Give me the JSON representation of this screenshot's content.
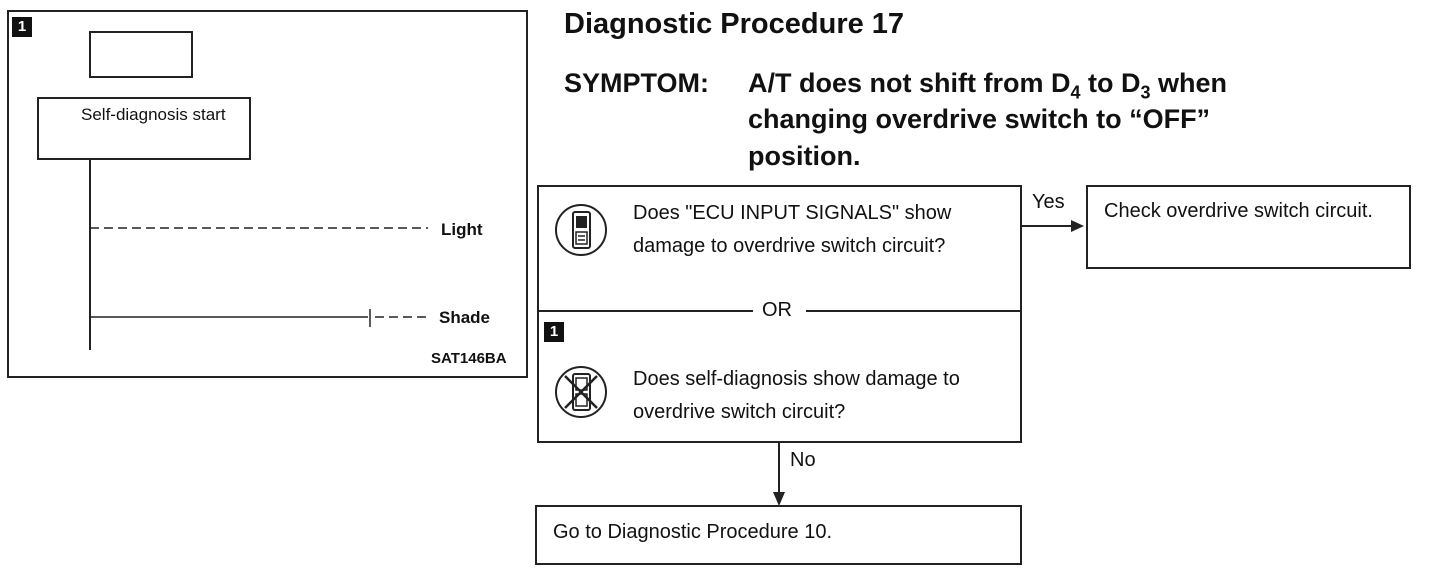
{
  "left_panel": {
    "step_badge": "1",
    "start_label": "Self-diagnosis start",
    "light_label": "Light",
    "shade_label": "Shade",
    "figure_code": "SAT146BA"
  },
  "header": {
    "title": "Diagnostic Procedure 17",
    "symptom_label": "SYMPTOM:",
    "symptom_line1_pre": "A/T does not shift from D",
    "symptom_sub1": "4",
    "symptom_mid": " to D",
    "symptom_sub2": "3",
    "symptom_line1_post": " when",
    "symptom_line2": "changing overdrive switch to “OFF”",
    "symptom_line3": "position."
  },
  "flow": {
    "question1": "Does \"ECU INPUT SIGNALS\" show damage to overdrive switch circuit?",
    "or_label": "OR",
    "step_badge": "1",
    "question2": "Does self-diagnosis show damage to overdrive switch circuit?",
    "yes_label": "Yes",
    "yes_action": "Check overdrive switch circuit.",
    "no_label": "No",
    "no_action": "Go to Diagnostic Procedure 10."
  },
  "icons": {
    "consult_icon": "consult-tester-icon",
    "no_consult_icon": "no-consult-tester-icon"
  }
}
